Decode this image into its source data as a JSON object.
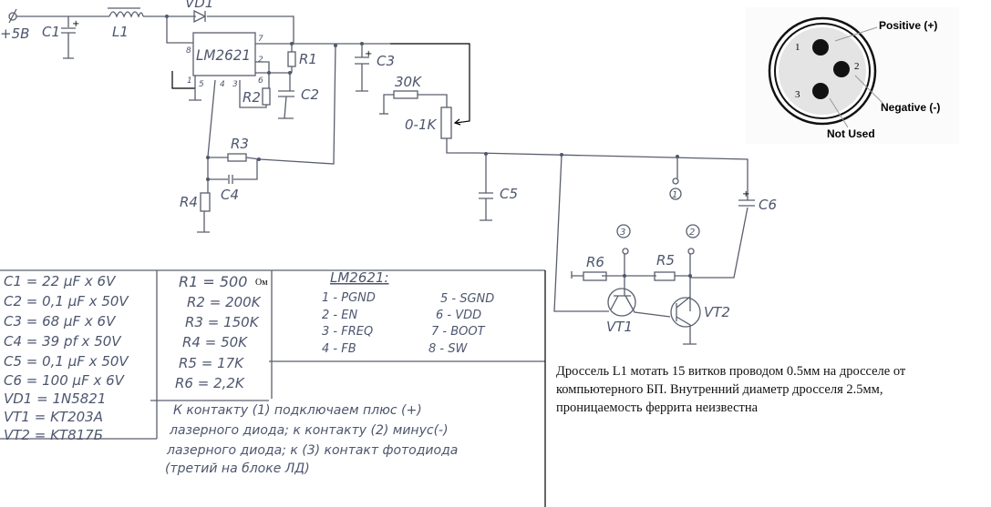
{
  "circuit": {
    "input_label": "+5В",
    "chip": "LM2621",
    "pins": {
      "p1": "1",
      "p2": "2",
      "p3": "3",
      "p4": "4",
      "p5": "5",
      "p6": "6",
      "p7": "7",
      "p8": "8"
    },
    "components": {
      "C1": "C1",
      "L1": "L1",
      "VD1": "VD1",
      "R1": "R1",
      "R2": "R2",
      "C2": "C2",
      "C3": "C3",
      "R3": "R3",
      "R4": "R4",
      "C4": "C4",
      "C5": "C5",
      "C6": "C6",
      "R5": "R5",
      "R6": "R6",
      "VT1": "VT1",
      "VT2": "VT2"
    },
    "pot_fixed": "30K",
    "pot_variable": "0-1K",
    "terminals": [
      "1",
      "2",
      "3"
    ]
  },
  "connector": {
    "positive_label": "Positive (+)",
    "negative_label": "Negative (-)",
    "unused_label": "Not Used",
    "pin_numbers": [
      "1",
      "2",
      "3"
    ]
  },
  "capacitor_list": [
    "C1 = 22 µF  x 6V",
    "C2 = 0,1 µF  x 50V",
    "C3 = 68 µF  x 6V",
    "C4 = 39 pf  x 50V",
    "C5 = 0,1 µF x 50V",
    "C6 = 100 µF x 6V",
    "VD1 = 1N5821",
    "VT1 = KT203A",
    "VT2 = KT817Б"
  ],
  "resistor_list": {
    "r1_value": "R1 = 500",
    "r1_unit": "Ом",
    "others": [
      "R2 = 200K",
      "R3 = 150K",
      "R4 = 50K",
      "R5 = 17K",
      "R6 = 2,2K"
    ]
  },
  "pinout": {
    "title": "LM2621:",
    "left": [
      "1 - PGND",
      "2 - EN",
      "3 - FREQ",
      "4 - FB"
    ],
    "right": [
      "5 - SGND",
      "6 - VDD",
      "7 - BOOT",
      "8 - SW"
    ]
  },
  "contact_note": [
    "К контакту (1) подключаем плюс (+)",
    "лазерного диода; к контакту (2) минус(-)",
    "лазерного диода; к (3) контакт фотодиода",
    "(третий на блоке ЛД)"
  ],
  "inductor_note": "Дроссель L1 мотать 15 витков проводом 0.5мм на дросселе от компьютерного БП. Внутренний диаметр дросселя 2.5мм, проницаемость феррита неизвестна"
}
